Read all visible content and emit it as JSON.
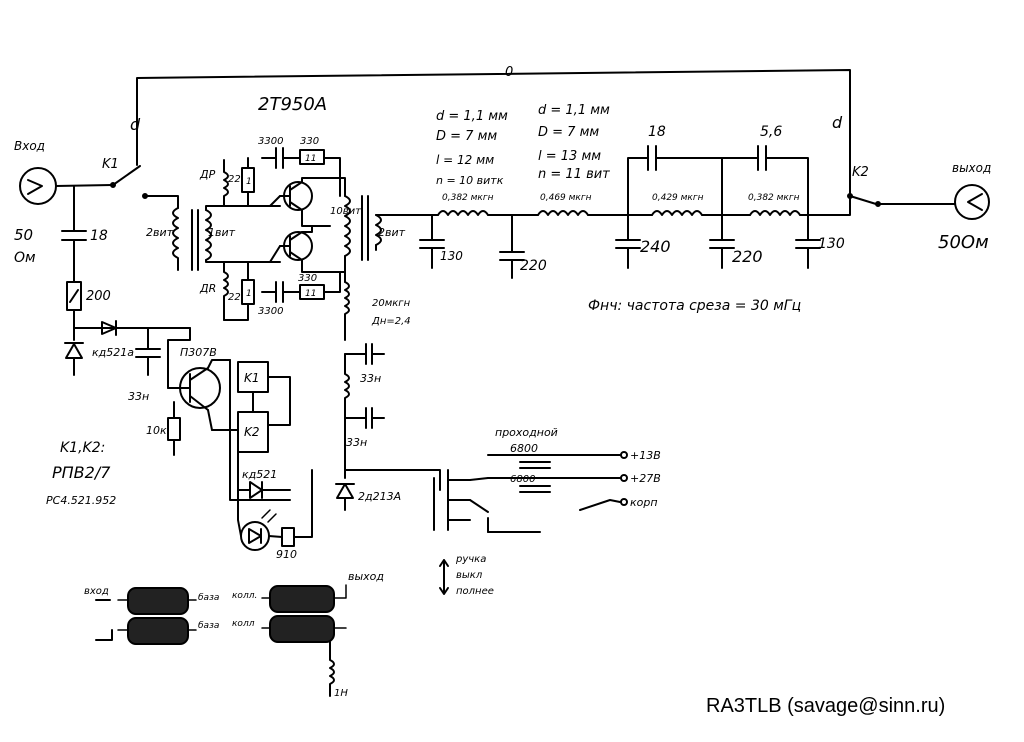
{
  "labels": {
    "title": "2T950A",
    "input": "Вход",
    "input_ohm_1": "50",
    "input_ohm_2": "Ом",
    "output": "выход",
    "output_ohm": "50Ом",
    "k1": "K1",
    "k2": "K2",
    "cap_input": "18",
    "res_200": "200",
    "diode_kd521a": "кд521а",
    "cap_33n_left": "33н",
    "res_10k": "10к",
    "transistor_p307v": "П307В",
    "relay_k1": "K1",
    "relay_k2": "K2",
    "diode_kd521": "кд521",
    "led_910": "910",
    "dr_top": "ДР",
    "dr_bottom": "ДR",
    "res_22_top": "22",
    "res_22_bottom": "22",
    "res_1_top": "1",
    "res_1_bottom": "1",
    "cap_3300_top": "3300",
    "cap_3300_bottom": "3300",
    "res_330_top": "330",
    "res_330_bottom": "330",
    "res_11_top": "11",
    "res_11_bottom": "11",
    "winding_2vit_left": "2вит",
    "winding_1vit": "1вит",
    "winding_10vit": "10вит",
    "winding_2vit_right": "2вит",
    "choke_20mkgn": "20мкгн",
    "choke_dnez": "Дн=2,4",
    "cap_33n_a": "33н",
    "cap_33n_b": "33н",
    "diode_2d213a": "2д213А",
    "feedthrough": "проходной",
    "cap_6800_a": "6800",
    "cap_6800_b": "6800",
    "v13": "+13В",
    "v27": "+27В",
    "gnd": "корп",
    "handle": "ручка",
    "handle_2": "выкл",
    "handle_3": "полнее",
    "k1k2_label": "K1,K2:",
    "relay_type": "РПВ2/7",
    "relay_code": "РС4.521.952",
    "coil1_d": "d = 1,1 мм",
    "coil1_D": "D = 7 мм",
    "coil1_l": "l = 12 мм",
    "coil1_n": "n = 10 витк",
    "coil2_d": "d = 1,1 мм",
    "coil2_D": "D = 7 мм",
    "coil2_l": "l = 13 мм",
    "coil2_n": "n = 11 вит",
    "ind_1": "0,382 мкгн",
    "ind_2": "0,469 мкгн",
    "ind_3": "0,429 мкгн",
    "ind_4": "0,382 мкгн",
    "cap_130_a": "130",
    "cap_220_a": "220",
    "cap_240": "240",
    "cap_220_b": "220",
    "cap_130_b": "130",
    "cap_18_top": "18",
    "cap_5_6": "5,6",
    "fcut": "Фнч:   частота среза = 30 мГц",
    "wire_top": "0",
    "pos_k1": "d",
    "pos_k2": "d",
    "trans_in": "вход",
    "trans_base1": "база",
    "trans_base2": "база",
    "trans_coll1": "колл.",
    "trans_coll2": "колл",
    "trans_out": "выход",
    "trans_1n": "1Н",
    "credit": "RA3TLB (savage@sinn.ru)"
  }
}
